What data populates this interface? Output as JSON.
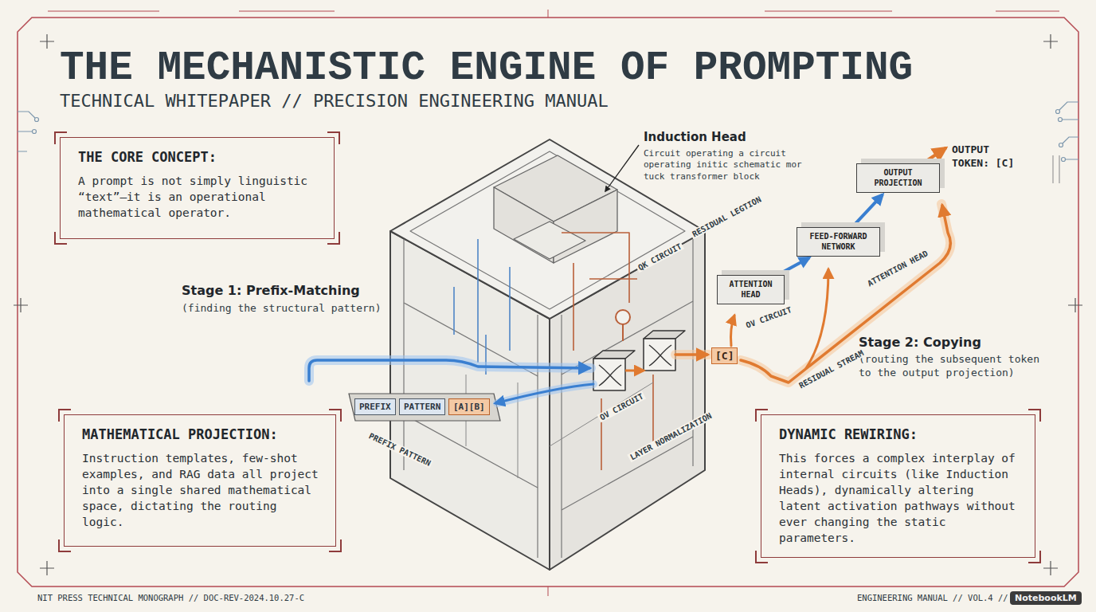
{
  "diagram": {
    "title": "THE MECHANISTIC ENGINE OF PROMPTING",
    "nodes": [
      {
        "text": [
          "THE CORE CONCEPT:",
          "A prompt is not simply linguistic “text”—it is an operational mathematical operator."
        ]
      },
      {
        "text": [
          "OUTPUT PROJECTION"
        ]
      },
      {
        "text": [
          "FEED-FORWARD NETWORK"
        ]
      },
      {
        "text": [
          "ATTENTION HEAD"
        ]
      },
      {
        "text": [
          "[C]"
        ]
      },
      {
        "text": [
          "PREFIX"
        ]
      },
      {
        "text": [
          "PATTERN"
        ]
      },
      {
        "text": [
          "[A][B]"
        ]
      },
      {
        "text": [
          "MATHEMATICAL PROJECTION:",
          "Instruction templates, few-shot examples, and RAG data all project into a single shared mathematical space, dictating the routing logic."
        ]
      },
      {
        "text": [
          "DYNAMIC REWIRING:",
          "This forces a complex interplay of internal circuits (like Induction Heads), dynamically altering latent activation pathways without ever changing the static parameters."
        ]
      }
    ],
    "edges": [
      {
        "from": 3,
        "to": 2,
        "arrow": "to"
      },
      {
        "from": 2,
        "to": 1,
        "arrow": "to"
      }
    ],
    "labels": [
      "TECHNICAL WHITEPAPER // PRECISION ENGINEERING MANUAL",
      "Induction Head",
      "Circuit operating a circuit operating initic schematic mor tuck transformer block",
      "OUTPUT TOKEN: [C]",
      "RESIDUAL LEGTION",
      "QK CIRCUIT",
      "Stage 1: Prefix-Matching",
      "(finding the structural pattern)",
      "ATTENTION HEAD",
      "OV CIRCUIT",
      "OV CIRCUIT",
      "Stage 2: Copying",
      "(routing the subsequent token to the output projection)",
      "RESIDUAL STREAM",
      "PREFIX PATTERN",
      "LAYER NORMALIZATION",
      "NIT PRESS TECHNICAL MONOGRAPH // DOC-REV-2024.10.27-C",
      "ENGINEERING MANUAL // VOL.4 // S",
      "NotebookLM"
    ]
  }
}
